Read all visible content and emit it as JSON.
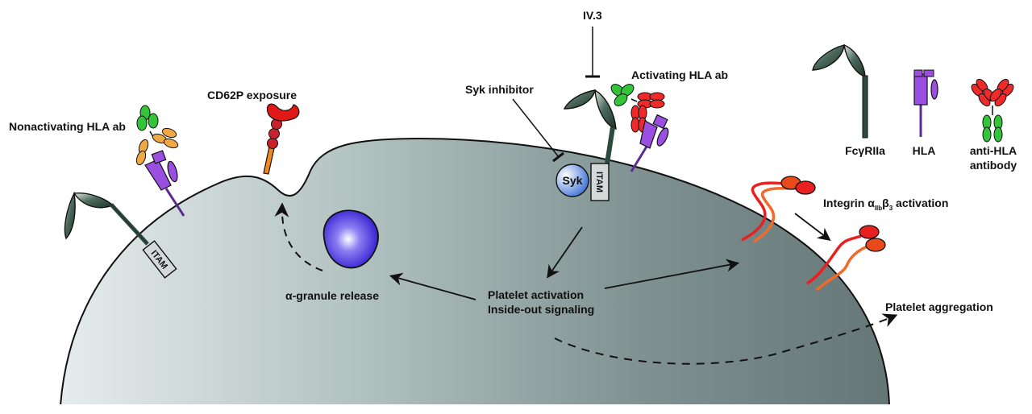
{
  "title": "FcγRIIa-dependent platelet activation by HLA antibodies",
  "labels": {
    "nonactivating": "Nonactivating HLA ab",
    "cd62p": "CD62P exposure",
    "iv3": "IV.3",
    "syk_inhibitor": "Syk inhibitor",
    "activating": "Activating HLA ab",
    "syk": "Syk",
    "itam": "ITAM",
    "granule": "α-granule release",
    "activation_line1": "Platelet activation",
    "activation_line2": "Inside-out signaling",
    "integrin_prefix": "Integrin α",
    "integrin_sub1": "IIb",
    "integrin_mid": "β",
    "integrin_sub2": "3",
    "integrin_suffix": " activation",
    "aggregation": "Platelet aggregation"
  },
  "legend": [
    {
      "id": "fcgr",
      "label": "FcγRIIa"
    },
    {
      "id": "hla",
      "label": "HLA"
    },
    {
      "id": "antibody",
      "label_line1": "anti-HLA",
      "label_line2": "antibody"
    }
  ],
  "colors": {
    "cell_light": "#dfe7e6",
    "cell_mid": "#9fb2b1",
    "cell_dark": "#6a7c7c",
    "fcgr": "#2e4a3f",
    "hla": "#9b4fe0",
    "ab_heavy_red": "#ee2a2a",
    "ab_heavy_orange": "#f0a845",
    "ab_light_green": "#34c43a",
    "granule": "#2c1fd6",
    "syk": "#5a86d8",
    "cd62p_head": "#e01818",
    "cd62p_bead": "#c8232c",
    "cd62p_stalk": "#ef8a1f",
    "integrin_a": "#e82020",
    "integrin_b": "#f26a2a"
  }
}
